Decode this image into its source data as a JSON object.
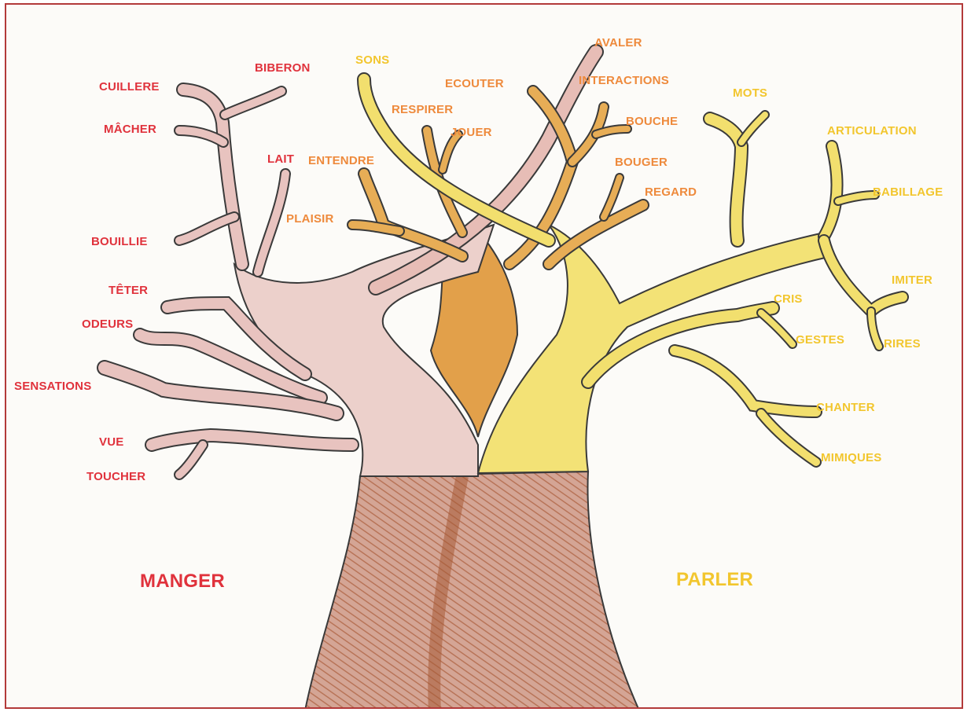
{
  "colors": {
    "manger": "#e0323c",
    "parler": "#f2c62e",
    "mixed": "#ee8a3c",
    "pink_branch": "#e8c3bf",
    "orange_branch": "#e7ad56",
    "yellow_branch": "#f2df6e",
    "trunk": "#c99078",
    "outline": "#3a3a3a"
  },
  "diagram": {
    "manger": {
      "title": "MANGER",
      "labels": {
        "biberon": "BIBERON",
        "cuillere": "CUILLERE",
        "macher": "MÂCHER",
        "lait": "LAIT",
        "bouillie": "BOUILLIE",
        "teter": "TÊTER",
        "odeurs": "ODEURS",
        "sensations": "SENSATIONS",
        "vue": "VUE",
        "toucher": "TOUCHER"
      }
    },
    "shared": {
      "labels": {
        "avaler": "AVALER",
        "ecouter": "ECOUTER",
        "interactions": "INTERACTIONS",
        "respirer": "RESPIRER",
        "jouer": "JOUER",
        "bouche": "BOUCHE",
        "entendre": "ENTENDRE",
        "bouger": "BOUGER",
        "regard": "REGARD",
        "plaisir": "PLAISIR"
      }
    },
    "parler": {
      "title": "PARLER",
      "labels": {
        "sons": "SONS",
        "mots": "MOTS",
        "articulation": "ARTICULATION",
        "babillage": "BABILLAGE",
        "imiter": "IMITER",
        "cris": "CRIS",
        "gestes": "GESTES",
        "rires": "RIRES",
        "chanter": "CHANTER",
        "mimiques": "MIMIQUES"
      }
    }
  }
}
